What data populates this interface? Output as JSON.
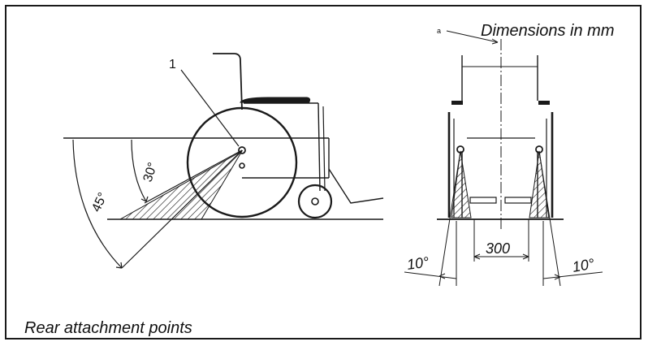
{
  "header": {
    "units_note": "Dimensions in mm"
  },
  "caption": {
    "text": "Rear attachment points"
  },
  "side_view": {
    "callout": "1",
    "angle_small": "30°",
    "angle_large": "45°"
  },
  "rear_view": {
    "marker": "a",
    "width_dim": "300",
    "angle_left": "10°",
    "angle_right": "10°"
  },
  "colors": {
    "line": "#1a1a1a",
    "frame": "#1a1a1a"
  }
}
